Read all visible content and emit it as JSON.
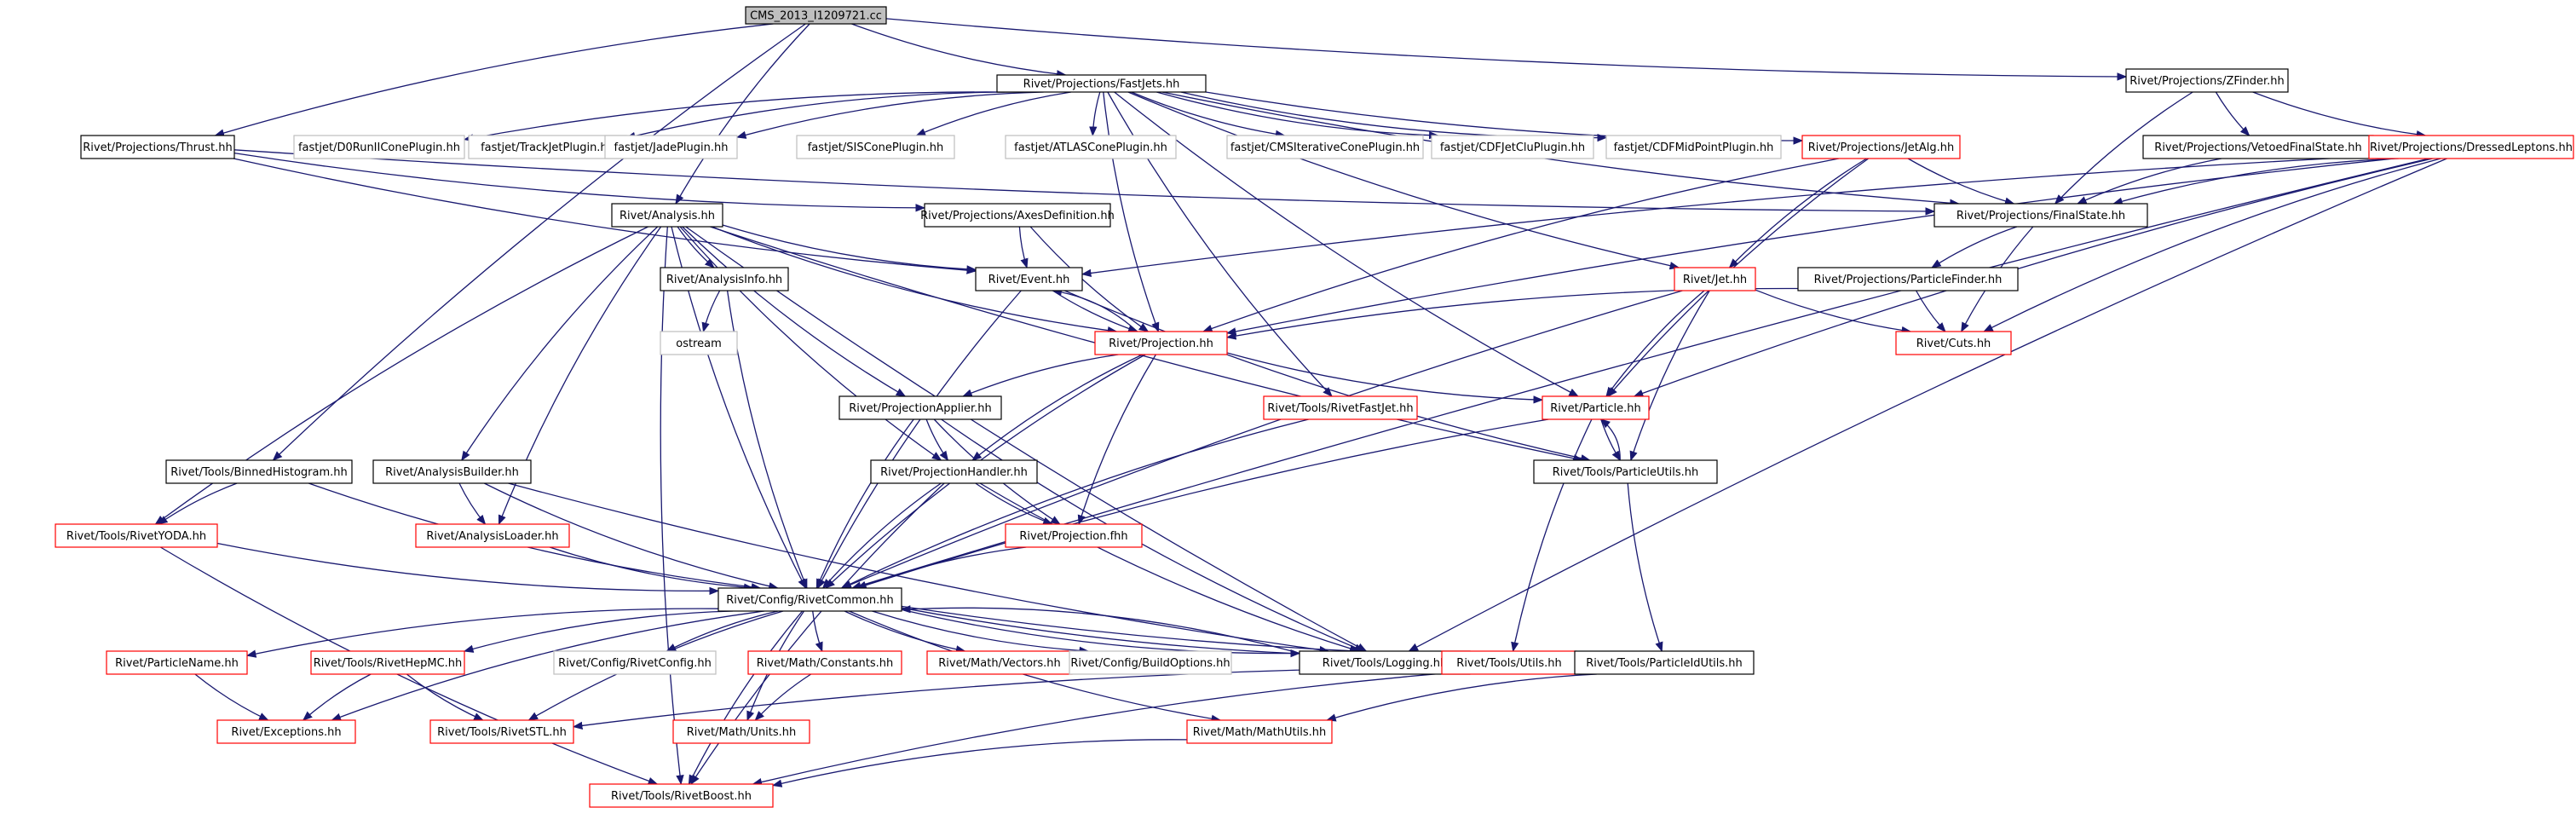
{
  "graph": {
    "root": "CMS_2013_I1209721.cc",
    "colors": {
      "root_fill": "#bfbfbf",
      "black_box": "#000000",
      "red_box": "#ff0000",
      "gray_box": "#bfbfbf",
      "edge": "#191970",
      "text": "#000000"
    },
    "nodes": [
      {
        "id": "root",
        "label": "CMS_2013_I1209721.cc",
        "style": "root"
      },
      {
        "id": "fastjets",
        "label": "Rivet/Projections/FastJets.hh",
        "style": "black"
      },
      {
        "id": "zfinder",
        "label": "Rivet/Projections/ZFinder.hh",
        "style": "black"
      },
      {
        "id": "thrust",
        "label": "Rivet/Projections/Thrust.hh",
        "style": "black"
      },
      {
        "id": "d0run",
        "label": "fastjet/D0RunIIConePlugin.hh",
        "style": "gray"
      },
      {
        "id": "trackjet",
        "label": "fastjet/TrackJetPlugin.hh",
        "style": "gray"
      },
      {
        "id": "jade",
        "label": "fastjet/JadePlugin.hh",
        "style": "gray"
      },
      {
        "id": "siscone",
        "label": "fastjet/SISConePlugin.hh",
        "style": "gray"
      },
      {
        "id": "atlascone",
        "label": "fastjet/ATLASConePlugin.hh",
        "style": "gray"
      },
      {
        "id": "cmsiter",
        "label": "fastjet/CMSIterativeConePlugin.hh",
        "style": "gray"
      },
      {
        "id": "cdfjetclu",
        "label": "fastjet/CDFJetCluPlugin.hh",
        "style": "gray"
      },
      {
        "id": "cdfmid",
        "label": "fastjet/CDFMidPointPlugin.hh",
        "style": "gray"
      },
      {
        "id": "jetalg",
        "label": "Rivet/Projections/JetAlg.hh",
        "style": "red"
      },
      {
        "id": "vetoed",
        "label": "Rivet/Projections/VetoedFinalState.hh",
        "style": "black"
      },
      {
        "id": "dressed",
        "label": "Rivet/Projections/DressedLeptons.hh",
        "style": "red"
      },
      {
        "id": "analysis",
        "label": "Rivet/Analysis.hh",
        "style": "black"
      },
      {
        "id": "axesdef",
        "label": "Rivet/Projections/AxesDefinition.hh",
        "style": "black"
      },
      {
        "id": "finalstate",
        "label": "Rivet/Projections/FinalState.hh",
        "style": "black"
      },
      {
        "id": "analysisinfo",
        "label": "Rivet/AnalysisInfo.hh",
        "style": "black"
      },
      {
        "id": "event",
        "label": "Rivet/Event.hh",
        "style": "black"
      },
      {
        "id": "jet",
        "label": "Rivet/Jet.hh",
        "style": "red"
      },
      {
        "id": "particlefinder",
        "label": "Rivet/Projections/ParticleFinder.hh",
        "style": "black"
      },
      {
        "id": "ostream",
        "label": "ostream",
        "style": "gray"
      },
      {
        "id": "projection",
        "label": "Rivet/Projection.hh",
        "style": "red"
      },
      {
        "id": "cuts",
        "label": "Rivet/Cuts.hh",
        "style": "red"
      },
      {
        "id": "projapplier",
        "label": "Rivet/ProjectionApplier.hh",
        "style": "black"
      },
      {
        "id": "rivetfastjet",
        "label": "Rivet/Tools/RivetFastJet.hh",
        "style": "red"
      },
      {
        "id": "particle",
        "label": "Rivet/Particle.hh",
        "style": "red"
      },
      {
        "id": "binnedhisto",
        "label": "Rivet/Tools/BinnedHistogram.hh",
        "style": "black"
      },
      {
        "id": "analysisbuilder",
        "label": "Rivet/AnalysisBuilder.hh",
        "style": "black"
      },
      {
        "id": "projhandler",
        "label": "Rivet/ProjectionHandler.hh",
        "style": "black"
      },
      {
        "id": "particleutils",
        "label": "Rivet/Tools/ParticleUtils.hh",
        "style": "black"
      },
      {
        "id": "rivetyoda",
        "label": "Rivet/Tools/RivetYODA.hh",
        "style": "red"
      },
      {
        "id": "analysisloader",
        "label": "Rivet/AnalysisLoader.hh",
        "style": "red"
      },
      {
        "id": "projfhh",
        "label": "Rivet/Projection.fhh",
        "style": "red"
      },
      {
        "id": "rivetcommon",
        "label": "Rivet/Config/RivetCommon.hh",
        "style": "black"
      },
      {
        "id": "particlename",
        "label": "Rivet/ParticleName.hh",
        "style": "red"
      },
      {
        "id": "rivethepmc",
        "label": "Rivet/Tools/RivetHepMC.hh",
        "style": "red"
      },
      {
        "id": "rivetconfig",
        "label": "Rivet/Config/RivetConfig.hh",
        "style": "gray"
      },
      {
        "id": "constants",
        "label": "Rivet/Math/Constants.hh",
        "style": "red"
      },
      {
        "id": "vectors",
        "label": "Rivet/Math/Vectors.hh",
        "style": "red"
      },
      {
        "id": "buildoptions",
        "label": "Rivet/Config/BuildOptions.hh",
        "style": "gray"
      },
      {
        "id": "logging",
        "label": "Rivet/Tools/Logging.hh",
        "style": "black"
      },
      {
        "id": "utils",
        "label": "Rivet/Tools/Utils.hh",
        "style": "red"
      },
      {
        "id": "particleidutils",
        "label": "Rivet/Tools/ParticleIdUtils.hh",
        "style": "black"
      },
      {
        "id": "exceptions",
        "label": "Rivet/Exceptions.hh",
        "style": "red"
      },
      {
        "id": "rivetstl",
        "label": "Rivet/Tools/RivetSTL.hh",
        "style": "red"
      },
      {
        "id": "units",
        "label": "Rivet/Math/Units.hh",
        "style": "red"
      },
      {
        "id": "mathutils",
        "label": "Rivet/Math/MathUtils.hh",
        "style": "red"
      },
      {
        "id": "rivetboost",
        "label": "Rivet/Tools/RivetBoost.hh",
        "style": "red"
      }
    ],
    "edges": [
      [
        "root",
        "fastjets"
      ],
      [
        "root",
        "zfinder"
      ],
      [
        "root",
        "thrust"
      ],
      [
        "root",
        "analysis"
      ],
      [
        "root",
        "binnedhisto"
      ],
      [
        "fastjets",
        "d0run"
      ],
      [
        "fastjets",
        "trackjet"
      ],
      [
        "fastjets",
        "jade"
      ],
      [
        "fastjets",
        "siscone"
      ],
      [
        "fastjets",
        "atlascone"
      ],
      [
        "fastjets",
        "cmsiter"
      ],
      [
        "fastjets",
        "cdfjetclu"
      ],
      [
        "fastjets",
        "cdfmid"
      ],
      [
        "fastjets",
        "jetalg"
      ],
      [
        "fastjets",
        "finalstate"
      ],
      [
        "fastjets",
        "projection"
      ],
      [
        "fastjets",
        "jet"
      ],
      [
        "fastjets",
        "particle"
      ],
      [
        "fastjets",
        "rivetfastjet"
      ],
      [
        "zfinder",
        "vetoed"
      ],
      [
        "zfinder",
        "dressed"
      ],
      [
        "zfinder",
        "finalstate"
      ],
      [
        "thrust",
        "axesdef"
      ],
      [
        "thrust",
        "finalstate"
      ],
      [
        "thrust",
        "event"
      ],
      [
        "jetalg",
        "finalstate"
      ],
      [
        "jetalg",
        "projection"
      ],
      [
        "jetalg",
        "jet"
      ],
      [
        "jetalg",
        "particle"
      ],
      [
        "vetoed",
        "finalstate"
      ],
      [
        "dressed",
        "finalstate"
      ],
      [
        "dressed",
        "event"
      ],
      [
        "dressed",
        "projection"
      ],
      [
        "dressed",
        "cuts"
      ],
      [
        "dressed",
        "particle"
      ],
      [
        "dressed",
        "rivetcommon"
      ],
      [
        "dressed",
        "logging"
      ],
      [
        "analysis",
        "analysisinfo"
      ],
      [
        "analysis",
        "event"
      ],
      [
        "analysis",
        "projection"
      ],
      [
        "analysis",
        "projapplier"
      ],
      [
        "analysis",
        "projhandler"
      ],
      [
        "analysis",
        "analysisbuilder"
      ],
      [
        "analysis",
        "analysisloader"
      ],
      [
        "analysis",
        "rivetyoda"
      ],
      [
        "analysis",
        "rivetcommon"
      ],
      [
        "analysis",
        "logging"
      ],
      [
        "analysis",
        "particleutils"
      ],
      [
        "analysis",
        "rivetboost"
      ],
      [
        "axesdef",
        "event"
      ],
      [
        "axesdef",
        "projection"
      ],
      [
        "finalstate",
        "particlefinder"
      ],
      [
        "finalstate",
        "cuts"
      ],
      [
        "analysisinfo",
        "ostream"
      ],
      [
        "analysisinfo",
        "rivetcommon"
      ],
      [
        "event",
        "projection"
      ],
      [
        "event",
        "rivetcommon"
      ],
      [
        "event",
        "particleutils"
      ],
      [
        "jet",
        "particle"
      ],
      [
        "jet",
        "particleutils"
      ],
      [
        "jet",
        "rivetcommon"
      ],
      [
        "jet",
        "cuts"
      ],
      [
        "particlefinder",
        "projection"
      ],
      [
        "particlefinder",
        "cuts"
      ],
      [
        "projection",
        "event"
      ],
      [
        "projection",
        "projapplier"
      ],
      [
        "projection",
        "projhandler"
      ],
      [
        "projection",
        "projfhh"
      ],
      [
        "projection",
        "rivetcommon"
      ],
      [
        "projection",
        "particle"
      ],
      [
        "projapplier",
        "projhandler"
      ],
      [
        "projapplier",
        "projfhh"
      ],
      [
        "projapplier",
        "rivetcommon"
      ],
      [
        "projapplier",
        "logging"
      ],
      [
        "rivetfastjet",
        "rivetcommon"
      ],
      [
        "particle",
        "particleutils"
      ],
      [
        "particle",
        "utils"
      ],
      [
        "particle",
        "rivetcommon"
      ],
      [
        "binnedhisto",
        "rivetyoda"
      ],
      [
        "binnedhisto",
        "rivetcommon"
      ],
      [
        "analysisbuilder",
        "analysisloader"
      ],
      [
        "analysisbuilder",
        "rivetcommon"
      ],
      [
        "analysisbuilder",
        "logging"
      ],
      [
        "projhandler",
        "projfhh"
      ],
      [
        "projhandler",
        "rivetcommon"
      ],
      [
        "projhandler",
        "logging"
      ],
      [
        "projhandler",
        "rivetboost"
      ],
      [
        "particleutils",
        "particle"
      ],
      [
        "particleutils",
        "particleidutils"
      ],
      [
        "rivetyoda",
        "rivetcommon"
      ],
      [
        "rivetyoda",
        "rivetboost"
      ],
      [
        "analysisloader",
        "rivetcommon"
      ],
      [
        "projfhh",
        "rivetcommon"
      ],
      [
        "rivetcommon",
        "particlename"
      ],
      [
        "rivetcommon",
        "rivethepmc"
      ],
      [
        "rivetcommon",
        "rivetconfig"
      ],
      [
        "rivetcommon",
        "constants"
      ],
      [
        "rivetcommon",
        "vectors"
      ],
      [
        "rivetcommon",
        "buildoptions"
      ],
      [
        "rivetcommon",
        "logging"
      ],
      [
        "rivetcommon",
        "utils"
      ],
      [
        "rivetcommon",
        "particleidutils"
      ],
      [
        "rivetcommon",
        "exceptions"
      ],
      [
        "rivetcommon",
        "rivetstl"
      ],
      [
        "rivetcommon",
        "units"
      ],
      [
        "rivetcommon",
        "mathutils"
      ],
      [
        "rivetcommon",
        "rivetboost"
      ],
      [
        "particlename",
        "exceptions"
      ],
      [
        "rivethepmc",
        "exceptions"
      ],
      [
        "rivethepmc",
        "rivetstl"
      ],
      [
        "constants",
        "units"
      ],
      [
        "logging",
        "rivetcommon"
      ],
      [
        "utils",
        "rivetstl"
      ],
      [
        "utils",
        "rivetboost"
      ],
      [
        "particleidutils",
        "mathutils"
      ],
      [
        "mathutils",
        "rivetboost"
      ]
    ]
  }
}
